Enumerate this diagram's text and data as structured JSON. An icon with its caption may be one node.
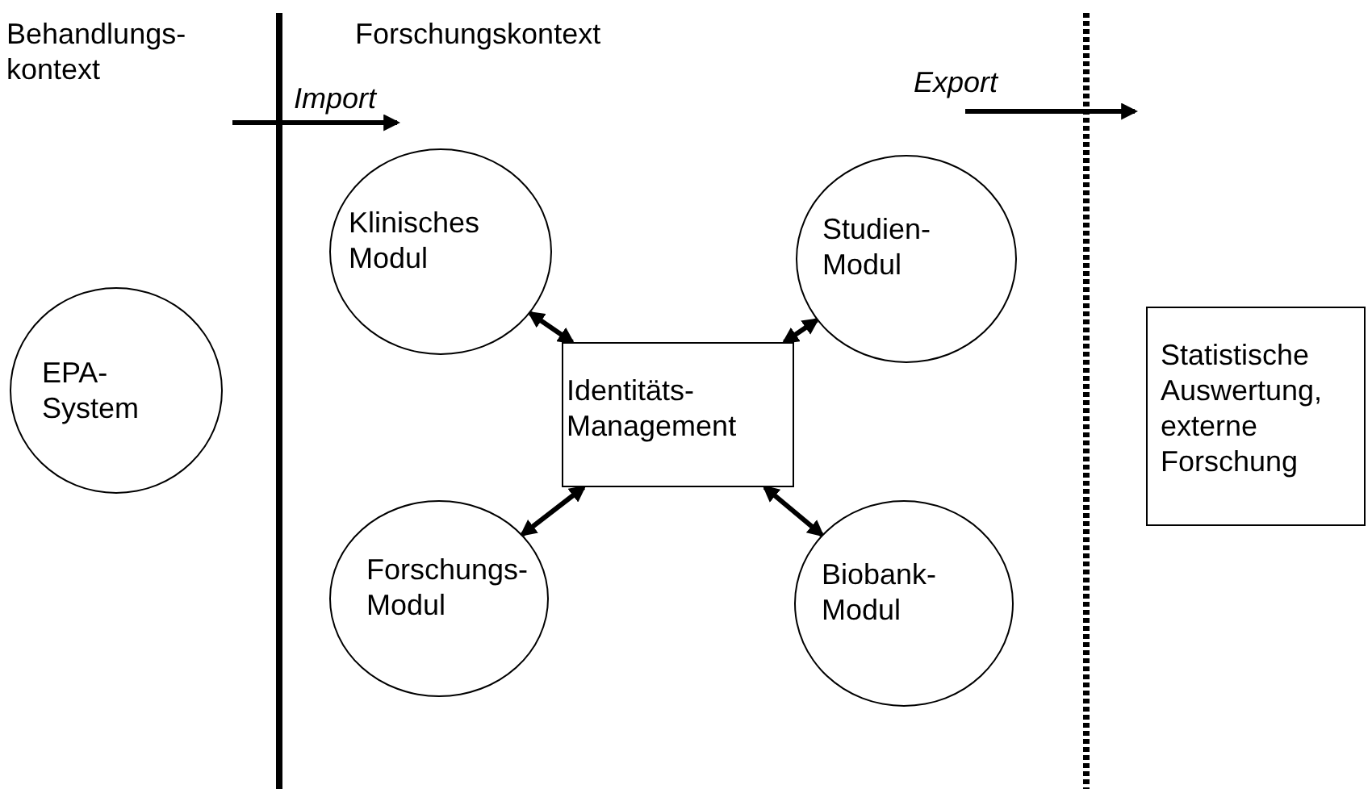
{
  "diagram": {
    "nodes": [
      {
        "text": [
          "EPA- System"
        ]
      },
      {
        "text": [
          "Klinisches Modul"
        ]
      },
      {
        "text": [
          "Studien- Modul"
        ]
      },
      {
        "text": [
          "Identitäts- Management"
        ]
      },
      {
        "text": [
          "Forschungs- Modul"
        ]
      },
      {
        "text": [
          "Biobank- Modul"
        ]
      },
      {
        "text": [
          "Statistische Auswertung, externe Forschung"
        ]
      }
    ],
    "edges": [
      {
        "from": 3,
        "to": 1,
        "arrow": "both"
      },
      {
        "from": 3,
        "to": 2,
        "arrow": "both"
      },
      {
        "from": 3,
        "to": 4,
        "arrow": "both"
      },
      {
        "from": 3,
        "to": 5,
        "arrow": "both"
      }
    ],
    "labels": [
      "Behandlungs- kontext",
      "Forschungskontext",
      "Import",
      "Export"
    ]
  }
}
